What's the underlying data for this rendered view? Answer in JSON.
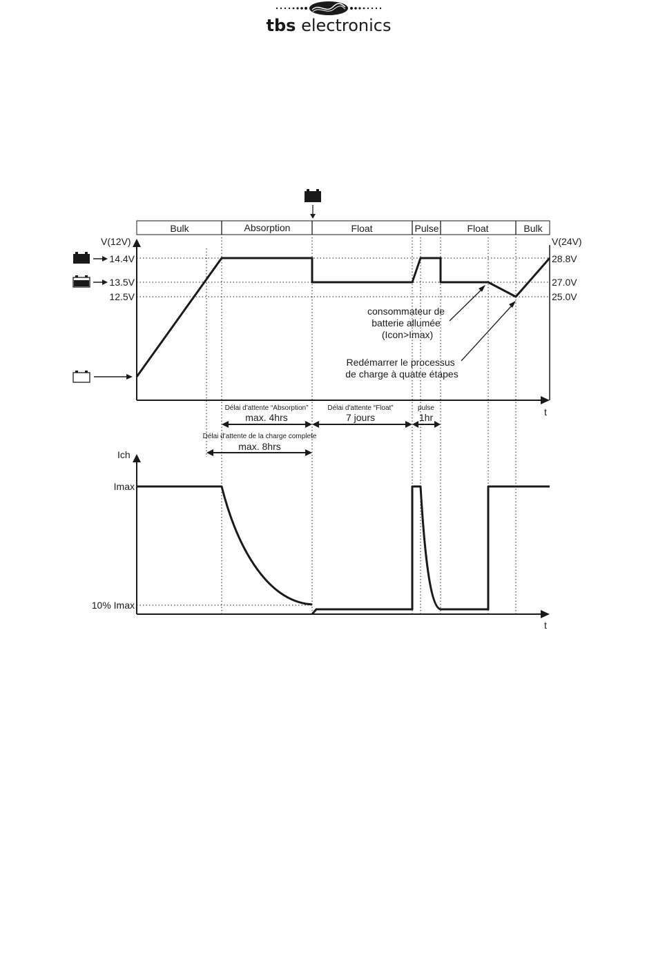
{
  "brand": {
    "logo_name": "tbs electronics",
    "logo_text": "tbs electronics",
    "logo_bold_part": "tbs",
    "logo_light_part": " electronics"
  },
  "phases": [
    "Bulk",
    "Absorption",
    "Float",
    "Pulse",
    "Float",
    "Bulk"
  ],
  "voltage_chart": {
    "y_label_left": "V(12V)",
    "y_label_right": "V(24V)",
    "x_label": "t",
    "levels_12v": [
      "14.4V",
      "13.5V",
      "12.5V"
    ],
    "levels_24v": [
      "28.8V",
      "27.0V",
      "25.0V"
    ],
    "annotation_load": [
      "consommateur de",
      "batterie allumée",
      "(Icon>Imax)"
    ],
    "annotation_restart": [
      "Redémarrer le processus",
      "de charge à quatre étapes"
    ]
  },
  "timers": {
    "absorption_caption": "Délai d'attente “Absorption”",
    "absorption_value": "max. 4hrs",
    "float_caption": "Délai d'attente “Float”",
    "float_value": "7 jours",
    "pulse_caption": "pulse",
    "pulse_value": "1hr",
    "full_caption": "Délai d'attente de la charge complete",
    "full_value": "max. 8hrs"
  },
  "current_chart": {
    "y_label": "Ich",
    "x_label": "t",
    "level_max": "Imax",
    "level_min": "10% Imax"
  },
  "icons": {
    "battery_top": "battery-full-icon",
    "battery_full": "battery-full-icon",
    "battery_partial": "battery-partial-icon",
    "battery_empty": "battery-empty-icon"
  },
  "colors": {
    "line": "#1a1a1a",
    "background": "#ffffff"
  }
}
